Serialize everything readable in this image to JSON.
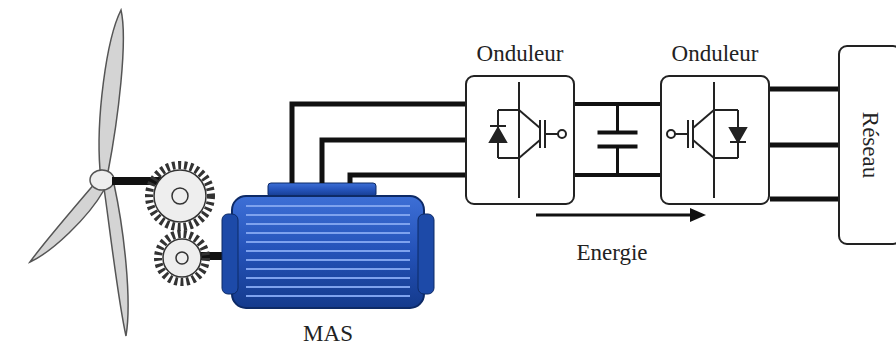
{
  "diagram": {
    "nodes": [
      {
        "text": [
          "MAS"
        ]
      },
      {
        "text": [
          "Onduleur"
        ]
      },
      {
        "text": [
          "Onduleur"
        ]
      },
      {
        "text": [
          "Réseau"
        ]
      }
    ],
    "edges": [
      {
        "from": 0,
        "to": 1,
        "arrow": "none"
      },
      {
        "from": 1,
        "to": 2,
        "arrow": "none"
      },
      {
        "from": 2,
        "to": 3,
        "arrow": "none"
      }
    ],
    "labels": [
      "Energie"
    ]
  }
}
